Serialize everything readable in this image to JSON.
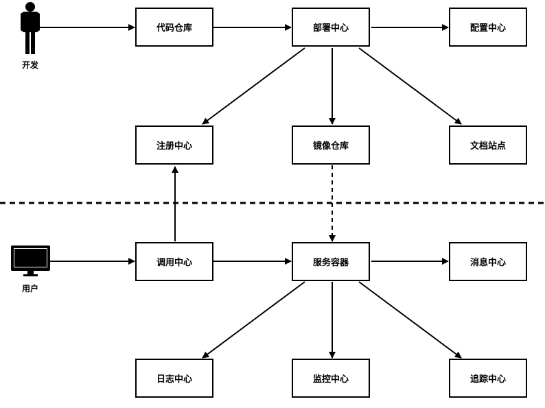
{
  "actors": {
    "developer": {
      "label": "开发",
      "icon": "person-icon"
    },
    "user": {
      "label": "用户",
      "icon": "monitor-icon"
    }
  },
  "nodes": {
    "code_repo": "代码仓库",
    "deploy_center": "部署中心",
    "config_center": "配置中心",
    "registry_center": "注册中心",
    "image_repo": "镜像仓库",
    "docs_site": "文档站点",
    "invoke_center": "调用中心",
    "service_container": "服务容器",
    "message_center": "消息中心",
    "log_center": "日志中心",
    "monitor_center": "监控中心",
    "trace_center": "追踪中心"
  },
  "colors": {
    "stroke": "#000000",
    "background": "#ffffff"
  }
}
